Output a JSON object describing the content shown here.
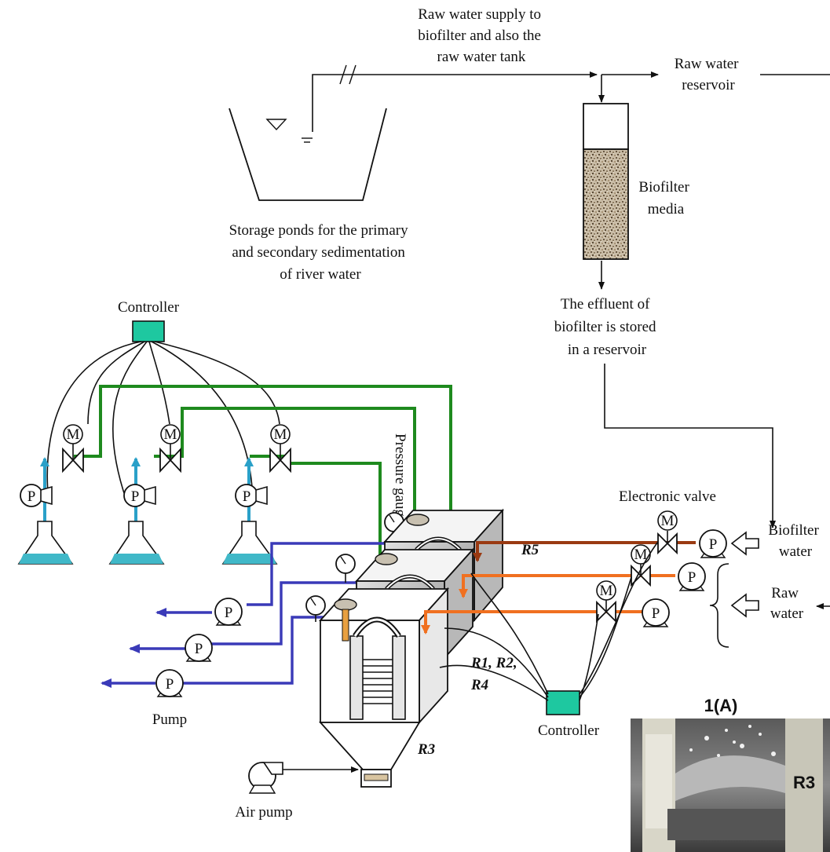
{
  "labels": {
    "raw_supply": [
      "Raw water supply to",
      "biofilter and also the",
      "raw water tank"
    ],
    "raw_reservoir": [
      "Raw water",
      "reservoir"
    ],
    "biofilter_media": [
      "Biofilter",
      "media"
    ],
    "storage_ponds": [
      "Storage ponds for the primary",
      "and secondary sedimentation",
      "of river water"
    ],
    "effluent": [
      "The effluent of",
      "biofilter is stored",
      "in a reservoir"
    ],
    "controller_top": "Controller",
    "controller_bottom": "Controller",
    "pressure_gauge": "Pressure gauge",
    "electronic_valve": "Electronic valve",
    "biofilter_water": [
      "Biofilter",
      "water"
    ],
    "raw_water": [
      "Raw",
      "water"
    ],
    "pump": "Pump",
    "air_pump": "Air pump",
    "r5": "R5",
    "r124": [
      "R1, R2,",
      "R4"
    ],
    "r3": "R3",
    "photo_title": "1(A)",
    "photo_r3": "R3",
    "valve_letter": "M",
    "pump_letter": "P"
  },
  "colors": {
    "green_line": "#1e8a1e",
    "blue_line": "#3a3ab8",
    "orange_line": "#f07020",
    "brown_line": "#9a3a12",
    "cyan_arrow": "#2aa0c8",
    "controller_fill": "#1ec8a0",
    "flask_liquid": "#40b8c8"
  }
}
